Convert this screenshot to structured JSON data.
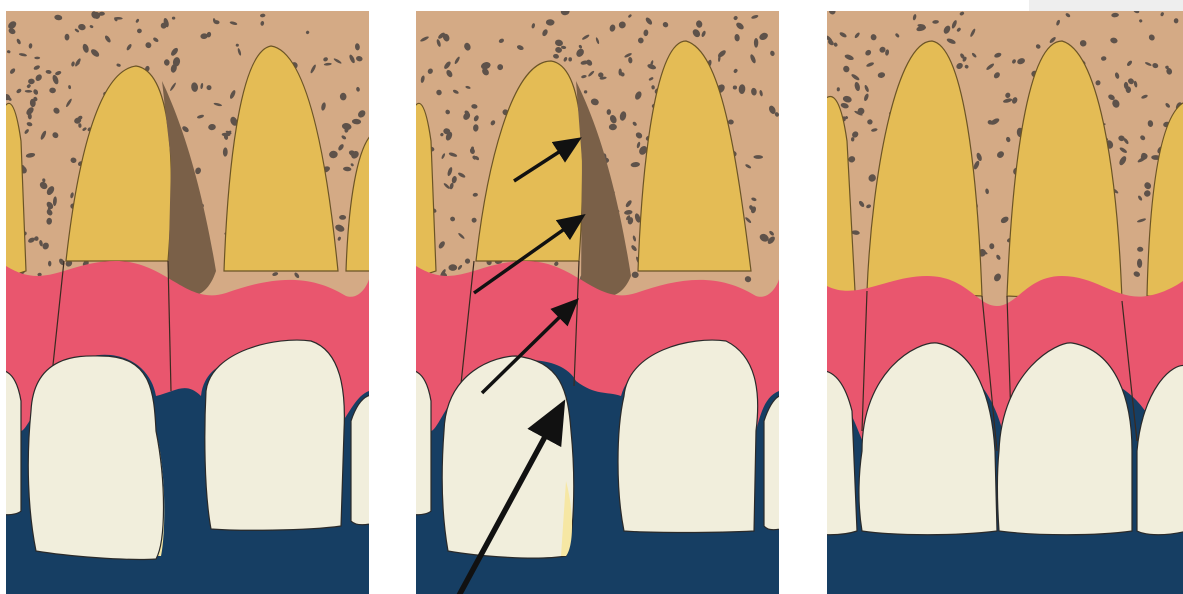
{
  "figure": {
    "panels": [
      {
        "id": "panel-1",
        "label": "",
        "state": "before",
        "features": [
          "bone-loss-dark-area",
          "tooth-gap",
          "exposed-root"
        ]
      },
      {
        "id": "panel-2",
        "label": "",
        "state": "annotated",
        "features": [
          "bone-loss-dark-area",
          "tooth-gap",
          "exposed-root"
        ],
        "arrows": 4
      },
      {
        "id": "panel-3",
        "label": "",
        "state": "after",
        "features": [
          "closed-gap",
          "healthy-gum"
        ]
      }
    ],
    "colors": {
      "bone": "#d4aa85",
      "bone_pore": "#5e524a",
      "root": "#e4bc55",
      "root_outline": "#6b5426",
      "bone_loss": "#7a6048",
      "gum": "#e9566e",
      "crown": "#f1eedc",
      "crown_shadow": "#f6e7a4",
      "background": "#163e63",
      "arrow": "#111111"
    }
  }
}
